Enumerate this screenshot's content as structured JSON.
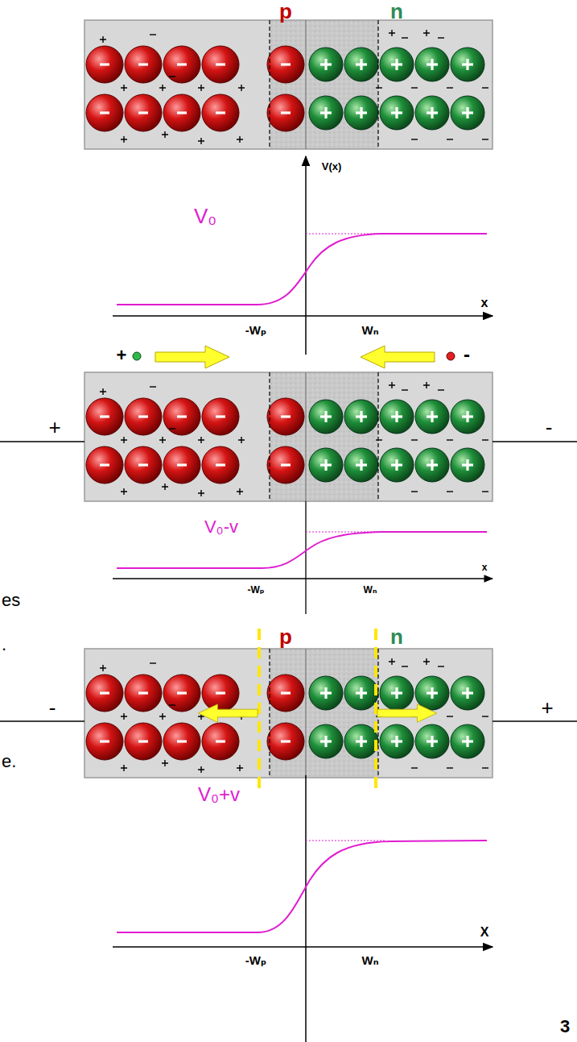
{
  "diagram": {
    "labels": [
      "p",
      "n",
      "V(x)",
      "V₀",
      "-Wₚ",
      "Wₙ",
      "x",
      "+",
      "-",
      "+",
      "-",
      "V₀-v",
      "-Wₚ",
      "Wₙ",
      "x",
      "es",
      ".",
      "p",
      "n",
      "-",
      "+",
      "e.",
      "V₀+v",
      "-Wₚ",
      "Wₙ",
      "X",
      "3"
    ]
  }
}
